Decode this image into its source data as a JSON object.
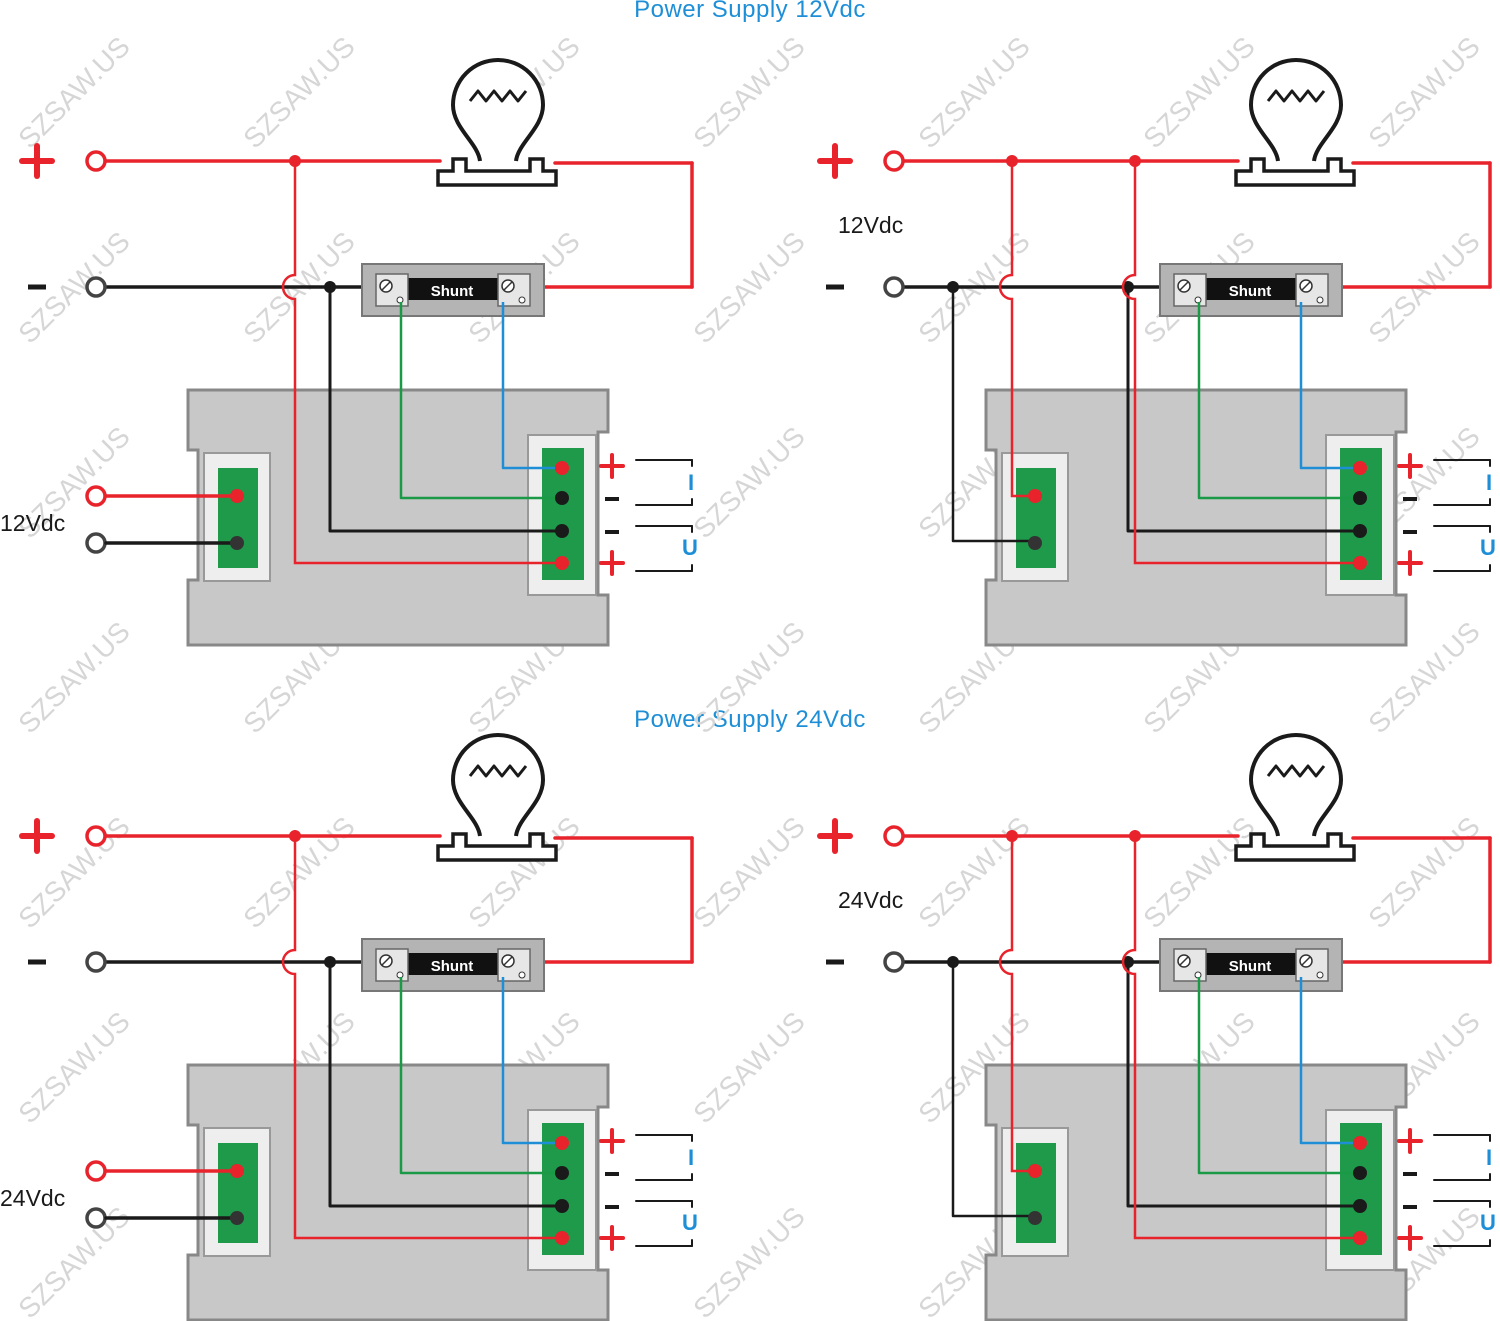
{
  "colors": {
    "red": "#e8232b",
    "black": "#1a1a1a",
    "green": "#1a9a47",
    "blue": "#1e8fd6",
    "title": "#1e8fd6",
    "panel": "#c8c8c8",
    "panel_border": "#888888",
    "terminal_green": "#1e9a4a",
    "watermark": "#d6d6d6"
  },
  "watermark": "SZSAW.US",
  "sections": [
    {
      "title": "Power Supply 12Vdc",
      "diagrams": [
        {
          "mode": "separate",
          "supply_label": "12Vdc"
        },
        {
          "mode": "shared",
          "supply_label": "12Vdc"
        }
      ]
    },
    {
      "title": "Power Supply 24Vdc",
      "diagrams": [
        {
          "mode": "separate",
          "supply_label": "24Vdc"
        },
        {
          "mode": "shared",
          "supply_label": "24Vdc"
        }
      ]
    }
  ],
  "labels": {
    "plus": "+",
    "minus": "-",
    "shunt": "Shunt",
    "current": "I",
    "voltage": "U"
  }
}
